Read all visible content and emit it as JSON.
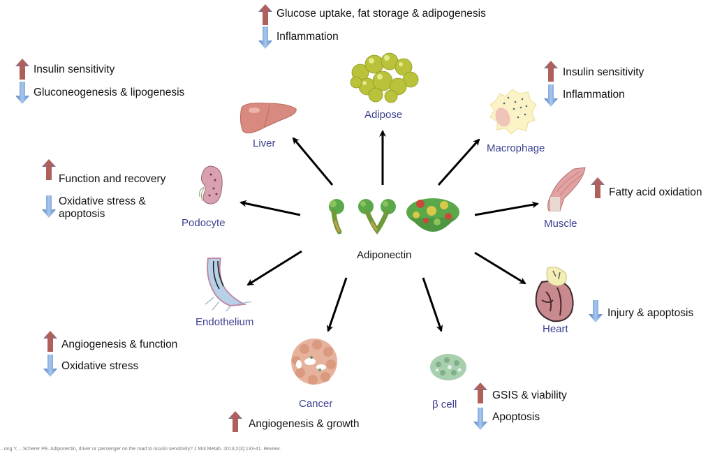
{
  "center": {
    "label": "Adiponectin"
  },
  "targets": {
    "adipose": {
      "label": "Adipose",
      "up": "Glucose uptake, fat storage & adipogenesis",
      "down": "Inflammation"
    },
    "liver": {
      "label": "Liver",
      "up": "Insulin sensitivity",
      "down": "Gluconeogenesis & lipogenesis"
    },
    "macrophage": {
      "label": "Macrophage",
      "up": "Insulin sensitivity",
      "down": "Inflammation"
    },
    "podocyte": {
      "label": "Podocyte",
      "up": "Function and recovery",
      "down": "Oxidative stress & apoptosis"
    },
    "muscle": {
      "label": "Muscle",
      "up": "Fatty acid oxidation"
    },
    "endothelium": {
      "label": "Endothelium",
      "up": "Angiogenesis & function",
      "down": "Oxidative stress"
    },
    "heart": {
      "label": "Heart",
      "down": "Injury & apoptosis"
    },
    "cancer": {
      "label": "Cancer",
      "up": "Angiogenesis & growth"
    },
    "beta_cell": {
      "label": "β cell",
      "up": "GSIS & viability",
      "down": "Apoptosis"
    }
  },
  "legend_icons": {
    "up": "up-arrow-icon",
    "down": "down-arrow-icon"
  },
  "colors": {
    "up_fill": "#b0605a",
    "up_edge": "#5b6aa8",
    "down_fill": "#7fa8dc",
    "label": "#3b3f8f"
  },
  "source": "...ong Y, ...Scherer PE. Adiponectin, driver or passenger on the road to insulin sensitivity? J Mol Metab. 2013;2(3):133-41. Review."
}
